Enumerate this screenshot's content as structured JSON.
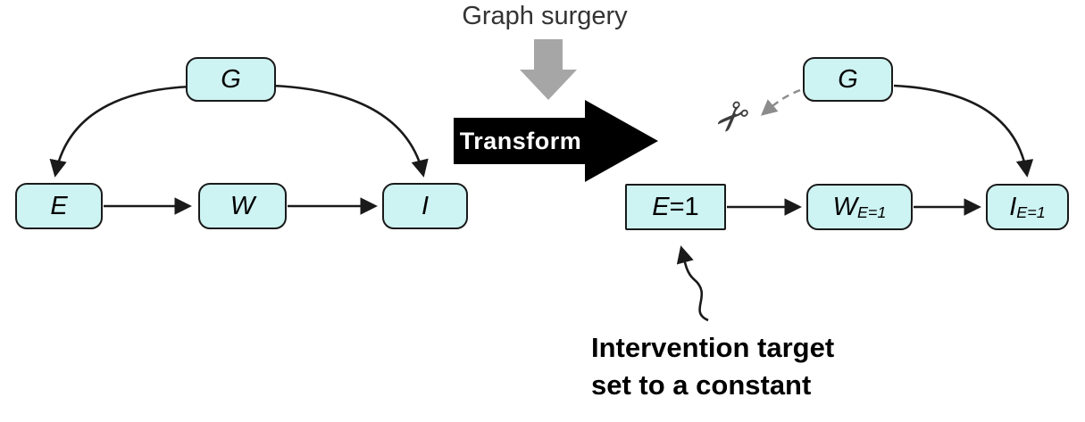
{
  "header": {
    "graph_surgery_label": "Graph surgery",
    "transform_label": "Transform"
  },
  "left_graph": {
    "node_g": "G",
    "node_e": "E",
    "node_w": "W",
    "node_i": "I"
  },
  "right_graph": {
    "node_g": "G",
    "node_e_base": "E",
    "node_e_eq": "=1",
    "node_w_base": "W",
    "node_w_sub": "E=1",
    "node_i_base": "I",
    "node_i_sub": "E=1"
  },
  "annotation": {
    "line1": "Intervention target",
    "line2": "set to a constant"
  },
  "icons": {
    "scissors_icon": "✂"
  },
  "colors": {
    "node_fill": "#cdf3f2",
    "node_border": "#1a1a1a",
    "edge": "#1a1a1a",
    "surgery_arrow": "#a6a6a6",
    "cut_edge": "#8c8c8c",
    "transform_fill": "#000000",
    "transform_text": "#ffffff"
  }
}
